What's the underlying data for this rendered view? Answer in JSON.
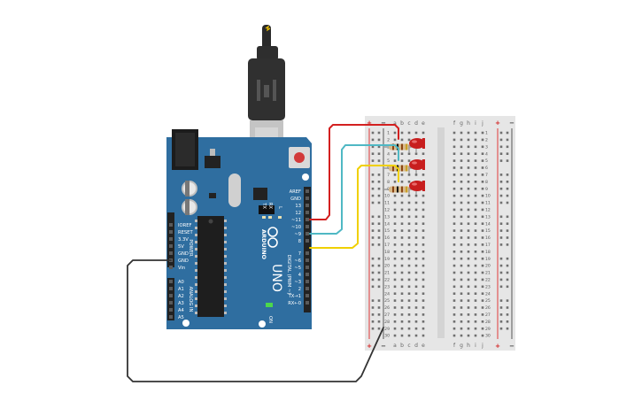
{
  "board": {
    "brand": "ARDUINO",
    "model": "UNO",
    "digital_header_title": "DIGITAL (PWM ~)",
    "power_title": "POWER",
    "analog_title": "ANALOG IN",
    "on_label": "ON",
    "tx_label": "TX",
    "rx_label": "RX",
    "l_label": "L",
    "digital_pins": [
      "AREF",
      "GND",
      "13",
      "12",
      "~11",
      "~10",
      "~9",
      "8",
      "7",
      "~6",
      "~5",
      "4",
      "~3",
      "2",
      "TX→1",
      "RX←0"
    ],
    "power_pins": [
      "IOREF",
      "RESET",
      "3.3V",
      "5V",
      "GND",
      "GND",
      "Vin"
    ],
    "analog_pins": [
      "A0",
      "A1",
      "A2",
      "A3",
      "A4",
      "A5"
    ]
  },
  "breadboard": {
    "columns_left": [
      "a",
      "b",
      "c",
      "d",
      "e"
    ],
    "columns_right": [
      "f",
      "g",
      "h",
      "i",
      "j"
    ],
    "rail_plus": "+",
    "rail_minus": "−",
    "row_count": 30
  },
  "wires": [
    {
      "name": "wire-pin13",
      "color": "#d32020"
    },
    {
      "name": "wire-pin11",
      "color": "#4fb8c4"
    },
    {
      "name": "wire-pin9",
      "color": "#f0d000"
    },
    {
      "name": "wire-gnd",
      "color": "#333333"
    }
  ],
  "colors": {
    "arduino_board": "#2f6ea0",
    "breadboard": "#e6e6e6",
    "led": "#c81e1e"
  }
}
